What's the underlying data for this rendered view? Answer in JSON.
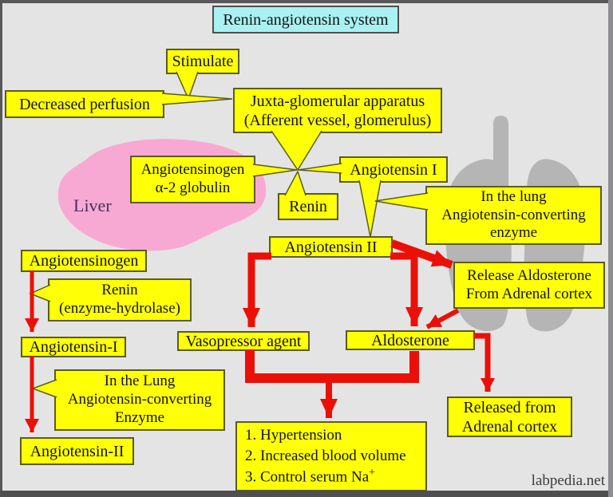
{
  "title": "Renin-angiotensin system",
  "boxes": {
    "stimulate": {
      "text": "Stimulate"
    },
    "decreased_perfusion": {
      "text": "Decreased perfusion"
    },
    "juxta": {
      "line1": "Juxta-glomerular apparatus",
      "line2": "(Afferent vessel, glomerulus)"
    },
    "angiotensinogen_a2": {
      "line1": "Angiotensinogen",
      "line2": "α-2 globulin"
    },
    "renin": {
      "text": "Renin"
    },
    "angiotensin_1": {
      "text": "Angiotensin I"
    },
    "in_the_lung": {
      "line1": "In the lung",
      "line2": "Angiotensin-converting",
      "line3": "enzyme"
    },
    "angiotensin_2": {
      "text": "Angiotensin II"
    },
    "release_aldosterone": {
      "line1": "Release Aldosterone",
      "line2": "From Adrenal cortex"
    },
    "angiotensinogen_left": {
      "text": "Angiotensinogen"
    },
    "renin_enzyme": {
      "line1": "Renin",
      "line2": "(enzyme-hydrolase)"
    },
    "angiotensin_1_left": {
      "text": "Angiotensin-I"
    },
    "in_the_lung_left": {
      "line1": "In the Lung",
      "line2": "Angiotensin-converting",
      "line3": "Enzyme"
    },
    "angiotensin_2_left": {
      "text": "Angiotensin-II"
    },
    "vasopressor": {
      "text": "Vasopressor agent"
    },
    "aldosterone": {
      "text": "Aldosterone"
    },
    "effects": {
      "line1": "1. Hypertension",
      "line2": "2. Increased blood volume",
      "line3": "3. Control serum Na",
      "line3_sup": "+"
    },
    "released_from": {
      "line1": "Released from",
      "line2": "Adrenal cortex"
    }
  },
  "organs": {
    "liver_label": "Liver"
  },
  "watermark": "labpedia.net",
  "colors": {
    "background": "#e4e4e4",
    "box_fill": "#ffff05",
    "box_border": "#5c5c1c",
    "title_fill": "#a9f1f3",
    "arrow_red": "#ea1008",
    "liver_pink": "#f8a9d3",
    "lung_gray": "#b5b5b5"
  }
}
